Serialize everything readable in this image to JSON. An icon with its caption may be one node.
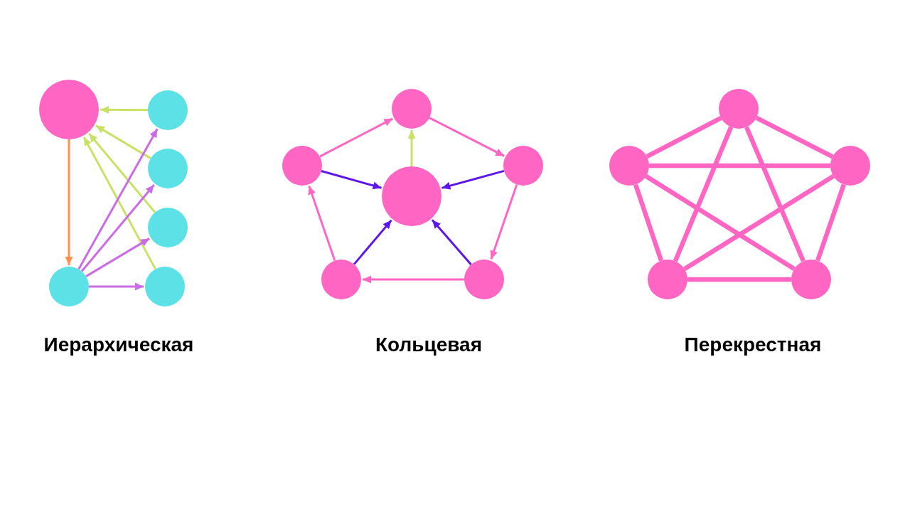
{
  "diagram": {
    "nodes": [
      {
        "text": [],
        "shape": "circle"
      },
      {
        "text": [],
        "shape": "circle"
      },
      {
        "text": [],
        "shape": "circle"
      },
      {
        "text": [],
        "shape": "circle"
      },
      {
        "text": [],
        "shape": "circle"
      },
      {
        "text": [],
        "shape": "circle"
      },
      {
        "text": [],
        "shape": "circle"
      },
      {
        "text": [],
        "shape": "circle"
      },
      {
        "text": [],
        "shape": "circle"
      },
      {
        "text": [],
        "shape": "circle"
      },
      {
        "text": [],
        "shape": "circle"
      },
      {
        "text": [],
        "shape": "circle"
      },
      {
        "text": [],
        "shape": "circle"
      },
      {
        "text": [],
        "shape": "circle"
      },
      {
        "text": [],
        "shape": "circle"
      },
      {
        "text": [],
        "shape": "circle"
      },
      {
        "text": [],
        "shape": "circle"
      }
    ],
    "edges": [
      {
        "from": 1,
        "to": 0,
        "arrow": "to",
        "color": "#c9e265"
      },
      {
        "from": 2,
        "to": 0,
        "arrow": "to",
        "color": "#c9e265"
      },
      {
        "from": 3,
        "to": 0,
        "arrow": "to",
        "color": "#c9e265"
      },
      {
        "from": 5,
        "to": 0,
        "arrow": "to",
        "color": "#c9e265"
      },
      {
        "from": 0,
        "to": 4,
        "arrow": "to",
        "color": "#ff914d"
      },
      {
        "from": 4,
        "to": 1,
        "arrow": "to",
        "color": "#cb6ce6"
      },
      {
        "from": 4,
        "to": 2,
        "arrow": "to",
        "color": "#cb6ce6"
      },
      {
        "from": 4,
        "to": 3,
        "arrow": "to",
        "color": "#cb6ce6"
      },
      {
        "from": 4,
        "to": 5,
        "arrow": "to",
        "color": "#cb6ce6"
      },
      {
        "from": 7,
        "to": 6,
        "arrow": "to"
      },
      {
        "from": 6,
        "to": 8,
        "arrow": "to"
      },
      {
        "from": 8,
        "to": 11,
        "arrow": "to"
      },
      {
        "from": 11,
        "to": 10,
        "arrow": "to"
      },
      {
        "from": 10,
        "to": 7,
        "arrow": "to"
      },
      {
        "from": 9,
        "to": 6,
        "arrow": "to",
        "color": "#c9e265"
      },
      {
        "from": 7,
        "to": 9,
        "arrow": "to",
        "color": "#5e17eb"
      },
      {
        "from": 8,
        "to": 9,
        "arrow": "to",
        "color": "#5e17eb"
      },
      {
        "from": 10,
        "to": 9,
        "arrow": "to",
        "color": "#5e17eb"
      },
      {
        "from": 11,
        "to": 9,
        "arrow": "to",
        "color": "#5e17eb"
      },
      {
        "from": 12,
        "to": 13,
        "arrow": "none",
        "style": "thick"
      },
      {
        "from": 12,
        "to": 14,
        "arrow": "none",
        "style": "thick"
      },
      {
        "from": 12,
        "to": 15,
        "arrow": "none",
        "style": "thick"
      },
      {
        "from": 12,
        "to": 16,
        "arrow": "none",
        "style": "thick"
      },
      {
        "from": 13,
        "to": 14,
        "arrow": "none",
        "style": "thick"
      },
      {
        "from": 13,
        "to": 15,
        "arrow": "none",
        "style": "thick"
      },
      {
        "from": 13,
        "to": 16,
        "arrow": "none",
        "style": "thick"
      },
      {
        "from": 14,
        "to": 15,
        "arrow": "none",
        "style": "thick"
      },
      {
        "from": 14,
        "to": 16,
        "arrow": "none",
        "style": "thick"
      },
      {
        "from": 15,
        "to": 16,
        "arrow": "none",
        "style": "thick"
      }
    ],
    "labels": [
      "Иерархическая",
      "Кольцевая",
      "Перекрестная"
    ]
  }
}
